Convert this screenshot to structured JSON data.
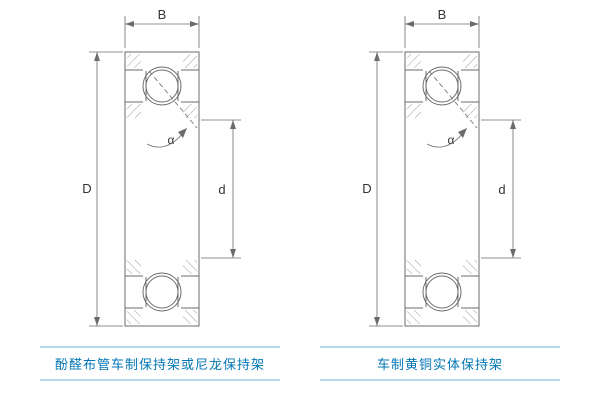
{
  "panels": [
    {
      "labels": {
        "width": "B",
        "outer_diameter": "D",
        "bore_diameter": "d",
        "contact_angle": "α"
      },
      "caption": "酚醛布管车制保持架或尼龙保持架"
    },
    {
      "labels": {
        "width": "B",
        "outer_diameter": "D",
        "bore_diameter": "d",
        "contact_angle": "α"
      },
      "caption": "车制黄铜实体保持架"
    }
  ],
  "colors": {
    "caption_text": "#0076b6",
    "caption_rule": "#b3d8ea",
    "drawing_line": "#6b6b6b"
  }
}
